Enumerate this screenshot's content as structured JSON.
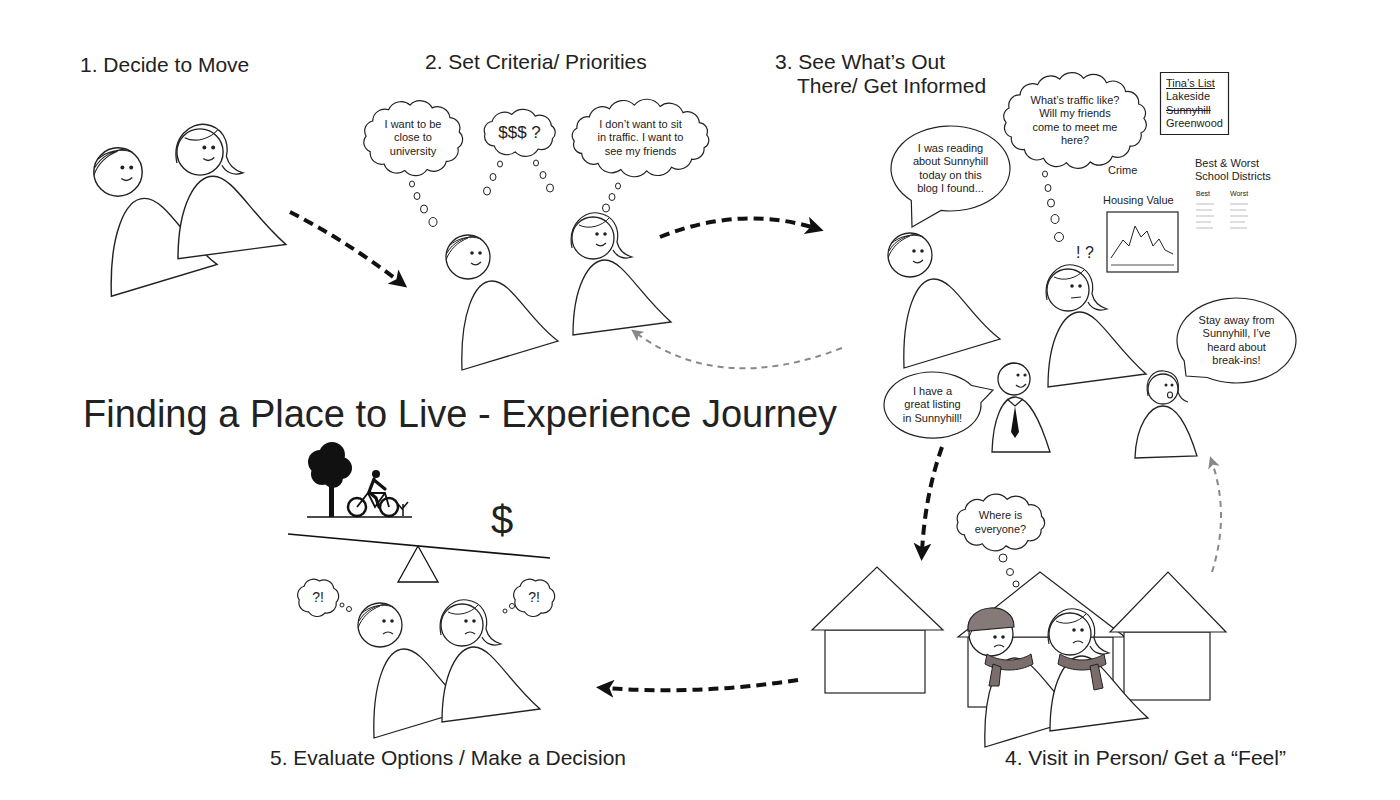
{
  "diagram": {
    "title": "Finding a Place to Live - Experience Journey",
    "nodes": [
      {
        "text": [
          "I want to be close to university"
        ]
      },
      {
        "text": [
          "$$$ ?"
        ]
      },
      {
        "text": [
          "I don’t want to sit in traffic. I want to see my friends"
        ]
      },
      {
        "text": [
          "I was reading about Sunnyhill today on this blog I found..."
        ]
      },
      {
        "text": [
          "What’s traffic like? Will my friends come to meet me here?"
        ]
      },
      {
        "text": [
          "Tina’s List",
          "Lakeside",
          "Sunnyhill",
          "Greenwood"
        ]
      },
      {
        "text": [
          "Stay away from Sunnyhill, I’ve heard about break-ins!"
        ]
      },
      {
        "text": [
          "I have a great listing in Sunnyhill!"
        ]
      },
      {
        "text": [
          "Where is everyone?"
        ]
      },
      {
        "text": [
          "?!"
        ]
      },
      {
        "text": [
          "?!"
        ]
      }
    ],
    "labels": [
      "1. Decide to Move",
      "2. Set Criteria/ Priorities",
      "3. See What’s Out There/ Get Informed",
      "! ?",
      "Crime",
      "Housing Value",
      "Best & Worst School Districts",
      "Best",
      "Worst",
      "$",
      "4. Visit in Person/ Get a “Feel”",
      "5. Evaluate Options / Make a Decision"
    ]
  }
}
